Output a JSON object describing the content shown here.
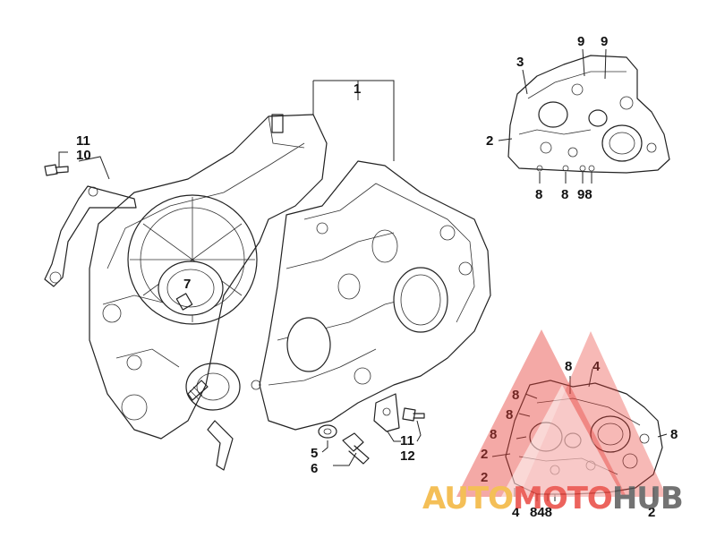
{
  "diagram": {
    "callouts": {
      "main_1": "1",
      "main_7": "7",
      "main_11a": "11",
      "main_10": "10",
      "main_5": "5",
      "main_6": "6",
      "main_11b": "11",
      "main_12": "12",
      "top_9a": "9",
      "top_9b": "9",
      "top_3": "3",
      "top_2": "2",
      "top_8a": "8",
      "top_8b": "8",
      "top_98": "98",
      "bot_8a": "8",
      "bot_4a": "4",
      "bot_8b": "8",
      "bot_8c": "8",
      "bot_2a": "2",
      "bot_2b": "2",
      "bot_8d": "8",
      "bot_4b": "4",
      "bot_848": "848",
      "bot_2c": "2",
      "bot_8e": "8"
    }
  },
  "watermark": {
    "brand_part1": "AUTO",
    "brand_part2": "MOTO",
    "brand_part3": "HUB",
    "colors": {
      "red": "#e8413a",
      "yellow": "#f2b233",
      "gray": "#555555"
    }
  }
}
